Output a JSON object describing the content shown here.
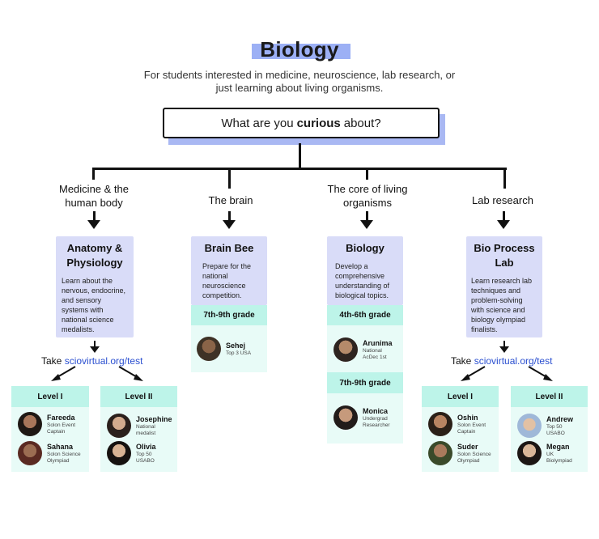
{
  "title": "Biology",
  "subtitle": "For students interested in medicine, neuroscience, lab research, or just learning about living organisms.",
  "question": {
    "pre": "What are you",
    "emph": "curious",
    "post": "about?"
  },
  "categories": [
    {
      "label": "Medicine & the human body"
    },
    {
      "label": "The brain"
    },
    {
      "label": "The core of living organisms"
    },
    {
      "label": "Lab research"
    }
  ],
  "cards": [
    {
      "title": "Anatomy & Physiology",
      "desc": "Learn about the nervous, endocrine, and sensory systems with national science medalists."
    },
    {
      "title": "Brain Bee",
      "desc": "Prepare for the national neuroscience competition.",
      "grades": [
        {
          "label": "7th-9th grade",
          "people": [
            {
              "name": "Sehej",
              "desc": "Top 3 USA"
            }
          ]
        }
      ]
    },
    {
      "title": "Biology",
      "desc": "Develop a comprehensive understanding of biological topics.",
      "grades": [
        {
          "label": "4th-6th grade",
          "people": [
            {
              "name": "Arunima",
              "desc": "National AcDec 1st"
            }
          ]
        },
        {
          "label": "7th-9th grade",
          "people": [
            {
              "name": "Monica",
              "desc": "Undergrad Researcher"
            }
          ]
        }
      ]
    },
    {
      "title": "Bio Process Lab",
      "desc": "Learn research lab techniques and problem-solving with science and biology olympiad finalists."
    }
  ],
  "take": {
    "text": "Take",
    "link": "sciovirtual.org/test"
  },
  "levels_left": [
    {
      "label": "Level I",
      "people": [
        {
          "name": "Fareeda",
          "desc": "Solon Event Captain"
        },
        {
          "name": "Sahana",
          "desc": "Solon Science Olympiad"
        }
      ]
    },
    {
      "label": "Level II",
      "people": [
        {
          "name": "Josephine",
          "desc": "National medalist"
        },
        {
          "name": "Olivia",
          "desc": "Top 50 USABO"
        }
      ]
    }
  ],
  "levels_right": [
    {
      "label": "Level I",
      "people": [
        {
          "name": "Oshin",
          "desc": "Solon Event Captain"
        },
        {
          "name": "Suder",
          "desc": "Solon Science Olympiad"
        }
      ]
    },
    {
      "label": "Level II",
      "people": [
        {
          "name": "Andrew",
          "desc": "Top 50 USABO"
        },
        {
          "name": "Megan",
          "desc": "UK Biolympiad"
        }
      ]
    }
  ],
  "colors": {
    "accent": "#9cb0f5",
    "card": "#d9dcf8",
    "grade": "#bdf4e9",
    "grade_body": "#e8fbf7",
    "link": "#2a4fd0"
  }
}
